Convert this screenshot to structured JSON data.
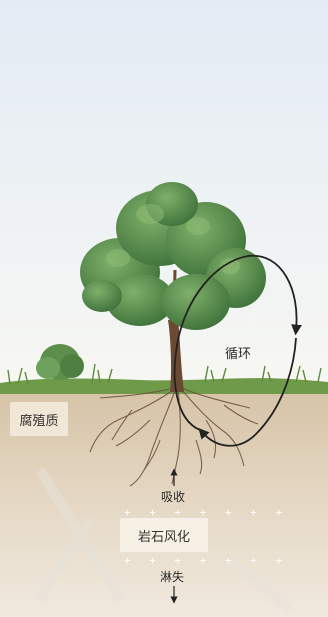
{
  "labels": {
    "cycle": "循环",
    "humus": "腐殖质",
    "absorb": "吸收",
    "weathering": "岩石风化",
    "leaching": "淋失"
  },
  "plus_rows": {
    "top": "+ + + + + + +",
    "bottom": "+ + + + + + +"
  },
  "colors": {
    "sky_top": "#e6eef6",
    "sky_bottom": "#f6f6f4",
    "grass": "#6f9a4a",
    "soil_top": "#d8c6ac",
    "soil_bottom": "#efe7da",
    "foliage": "#4f8746",
    "trunk": "#6b4a33",
    "arrow": "#222222"
  }
}
